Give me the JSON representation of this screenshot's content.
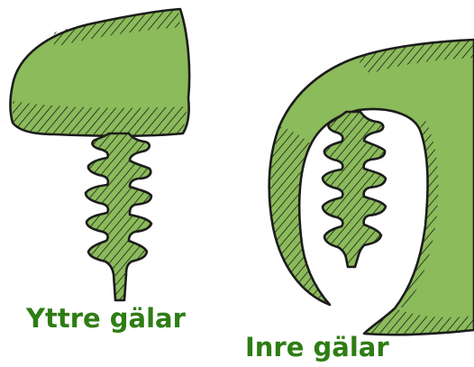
{
  "labels": {
    "external_gills": "Yttre gälar",
    "internal_gills": "Inre gälar"
  },
  "icons": {
    "external_gills_illustration": "external-gills-drawing",
    "internal_gills_illustration": "internal-gills-drawing"
  },
  "colors": {
    "tissue_fill": "#8bbb5a",
    "outline": "#1c1c1c",
    "label_text": "#2e7d14",
    "background": "#ffffff"
  }
}
